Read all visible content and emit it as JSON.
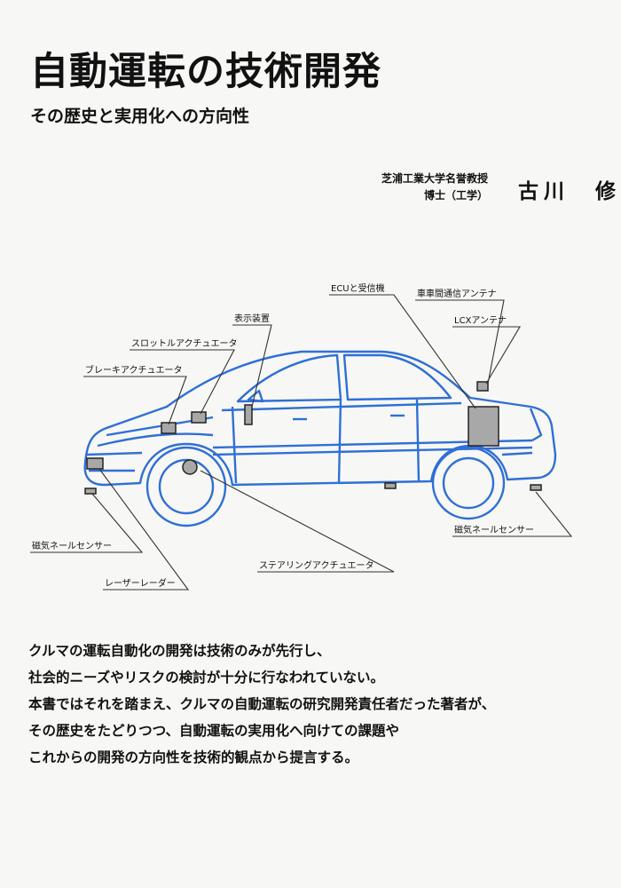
{
  "title": "自動運転の技術開発",
  "subtitle": "その歴史と実用化への方向性",
  "author": {
    "affiliation_line1": "芝浦工業大学名誉教授",
    "affiliation_line2": "博士（工学）",
    "name": "古川　修"
  },
  "diagram_labels": {
    "ecu": "ECUと受信機",
    "v2v_antenna": "車車間通信アンテナ",
    "display": "表示装置",
    "lcx_antenna": "LCXアンテナ",
    "throttle": "スロットルアクチュエータ",
    "brake": "ブレーキアクチュエータ",
    "magnetic_sensor_front": "磁気ネールセンサー",
    "magnetic_sensor_rear": "磁気ネールセンサー",
    "laser_radar": "レーザーレーダー",
    "steering": "ステアリングアクチュエータ"
  },
  "description": [
    "クルマの運転自動化の開発は技術のみが先行し、",
    "社会的ニーズやリスクの検討が十分に行なわれていない。",
    "本書ではそれを踏まえ、クルマの自動運転の研究開発責任者だった著者が、",
    "その歴史をたどりつつ、自動運転の実用化へ向けての課題や",
    "これからの開発の方向性を技術的観点から提言する。"
  ]
}
